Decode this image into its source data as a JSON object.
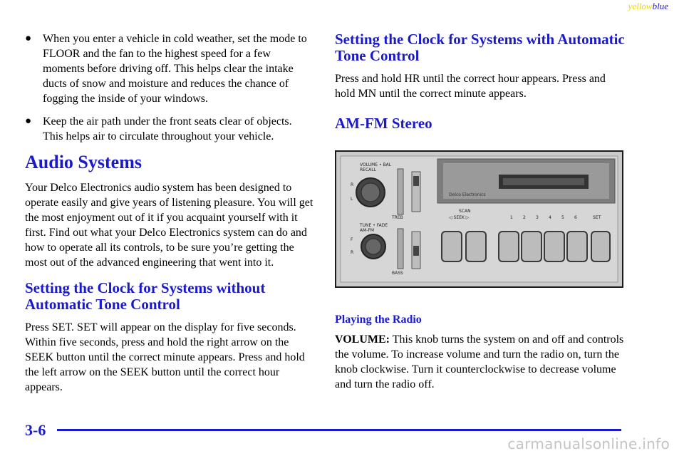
{
  "corner_label": {
    "yellow": "yellow",
    "blue": "blue"
  },
  "left": {
    "bullets": [
      "When you enter a vehicle in cold weather, set the mode to FLOOR and the fan to the highest speed for a few moments before driving off. This helps clear the intake ducts of snow and moisture and reduces the chance of fogging the inside of your windows.",
      "Keep the air path under the front seats clear of objects. This helps air to circulate throughout your vehicle."
    ],
    "audio_heading": "Audio Systems",
    "audio_text": "Your Delco Electronics audio system has been designed to operate easily and give years of listening pleasure. You will get the most enjoyment out of it if you acquaint yourself with it first. Find out what your Delco Electronics system can do and how to operate all its controls, to be sure you’re getting the most out of the advanced engineering that went into it.",
    "clock_without_heading": "Setting the Clock for Systems without Automatic Tone Control",
    "clock_without_text": "Press SET. SET will appear on the display for five seconds. Within five seconds, press and hold the right arrow on the SEEK button until the correct minute appears. Press and hold the left arrow on the SEEK button until the correct hour appears."
  },
  "right": {
    "clock_with_heading": "Setting the Clock for Systems with Automatic Tone Control",
    "clock_with_text": "Press and hold HR until the correct hour appears. Press and hold MN until the correct minute appears.",
    "amfm_heading": "AM-FM Stereo",
    "radio": {
      "volume_label": "VOLUME • BAL",
      "recall_label": "RECALL",
      "r_label": "R",
      "l_label": "L",
      "tune_label": "TUNE • FADE",
      "amfm_label": "AM-FM",
      "f_label": "F",
      "r2_label": "R",
      "treb_label": "TREB",
      "bass_label": "BASS",
      "delco_label": "Delco Electronics",
      "scan_label": "SCAN",
      "seek_label": "◁ SEEK ▷",
      "set_label": "SET",
      "preset_numbers": [
        "1",
        "2",
        "3",
        "4",
        "5",
        "6"
      ]
    },
    "playing_heading": "Playing the Radio",
    "volume_term": "VOLUME:",
    "volume_text": " This knob turns the system on and off and controls the volume. To increase volume and turn the radio on, turn the knob clockwise. Turn it counterclockwise to decrease volume and turn the radio off."
  },
  "footer": {
    "page_number": "3-6",
    "watermark": "carmanualsonline.info"
  }
}
